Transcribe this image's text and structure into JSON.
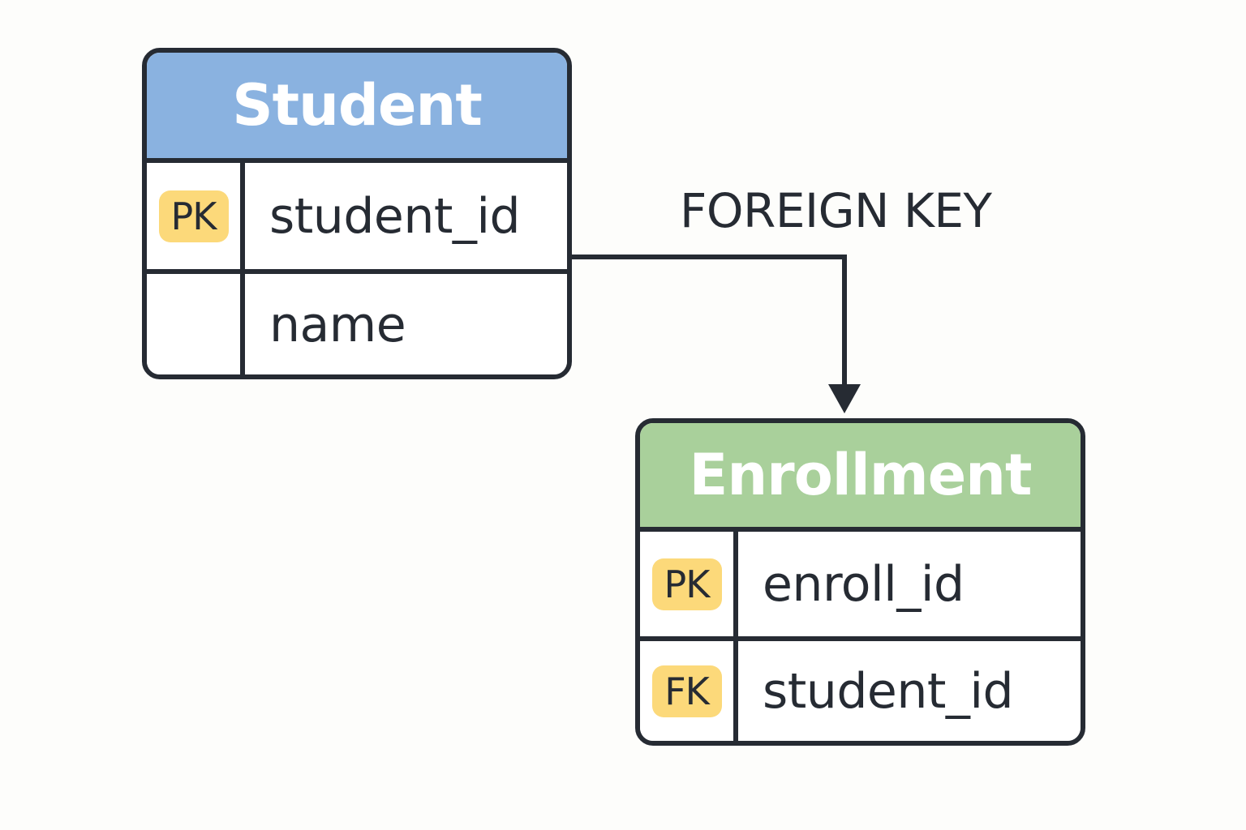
{
  "colors": {
    "ink": "#262b33",
    "student_header": "#8ab2e0",
    "enrollment_header": "#a9d09b",
    "badge": "#fcd97a"
  },
  "entities": {
    "student": {
      "title": "Student",
      "rows": [
        {
          "key": "PK",
          "field": "student_id"
        },
        {
          "key": "",
          "field": "name"
        }
      ]
    },
    "enrollment": {
      "title": "Enrollment",
      "rows": [
        {
          "key": "PK",
          "field": "enroll_id"
        },
        {
          "key": "FK",
          "field": "student_id"
        }
      ]
    }
  },
  "relationship": {
    "label": "FOREIGN KEY",
    "from": "Student.student_id",
    "to": "Enrollment"
  }
}
